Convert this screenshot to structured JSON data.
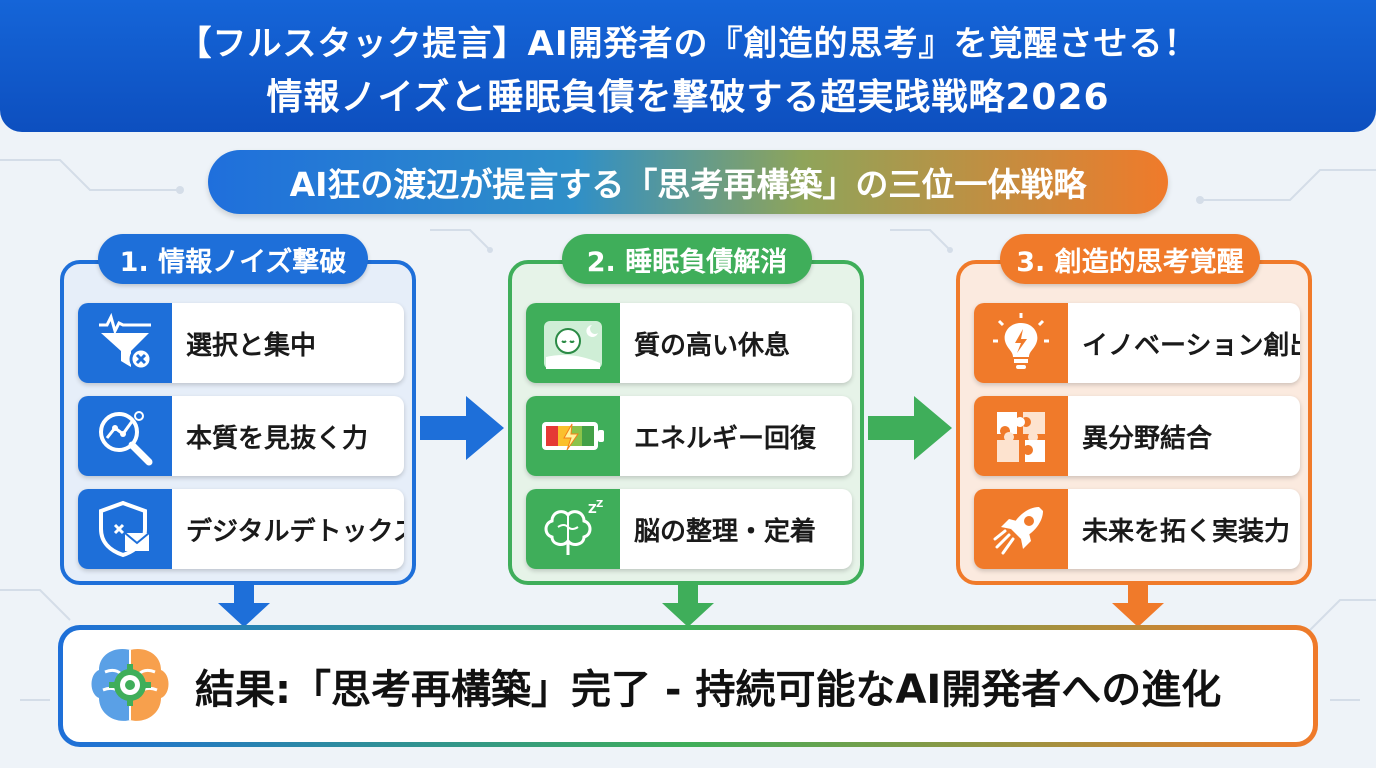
{
  "header": {
    "line1": "【フルスタック提言】AI開発者の『創造的思考』を覚醒させる！",
    "line2": "情報ノイズと睡眠負債を撃破する超実践戦略2026"
  },
  "banner": {
    "text": "AI狂の渡辺が提言する「思考再構築」の三位一体戦略"
  },
  "columns": [
    {
      "title": "1. 情報ノイズ撃破",
      "color": "#1e6fd9",
      "items": [
        {
          "label": "選択と集中",
          "icon": "filter-icon"
        },
        {
          "label": "本質を見抜く力",
          "icon": "magnifier-chart-icon"
        },
        {
          "label": "デジタルデトックス",
          "icon": "shield-mail-icon"
        }
      ]
    },
    {
      "title": "2. 睡眠負債解消",
      "color": "#3fae5a",
      "items": [
        {
          "label": "質の高い休息",
          "icon": "sleeping-person-icon"
        },
        {
          "label": "エネルギー回復",
          "icon": "battery-charging-icon"
        },
        {
          "label": "脳の整理・定着",
          "icon": "brain-zzz-icon"
        }
      ]
    },
    {
      "title": "3. 創造的思考覚醒",
      "color": "#f07a2a",
      "items": [
        {
          "label": "イノベーション創出",
          "icon": "lightbulb-icon"
        },
        {
          "label": "異分野結合",
          "icon": "puzzle-icon"
        },
        {
          "label": "未来を拓く実装力",
          "icon": "rocket-icon"
        }
      ]
    }
  ],
  "result": {
    "text": "結果:「思考再構築」完了 - 持続可能なAI開発者への進化",
    "icon": "brain-gear-icon"
  }
}
